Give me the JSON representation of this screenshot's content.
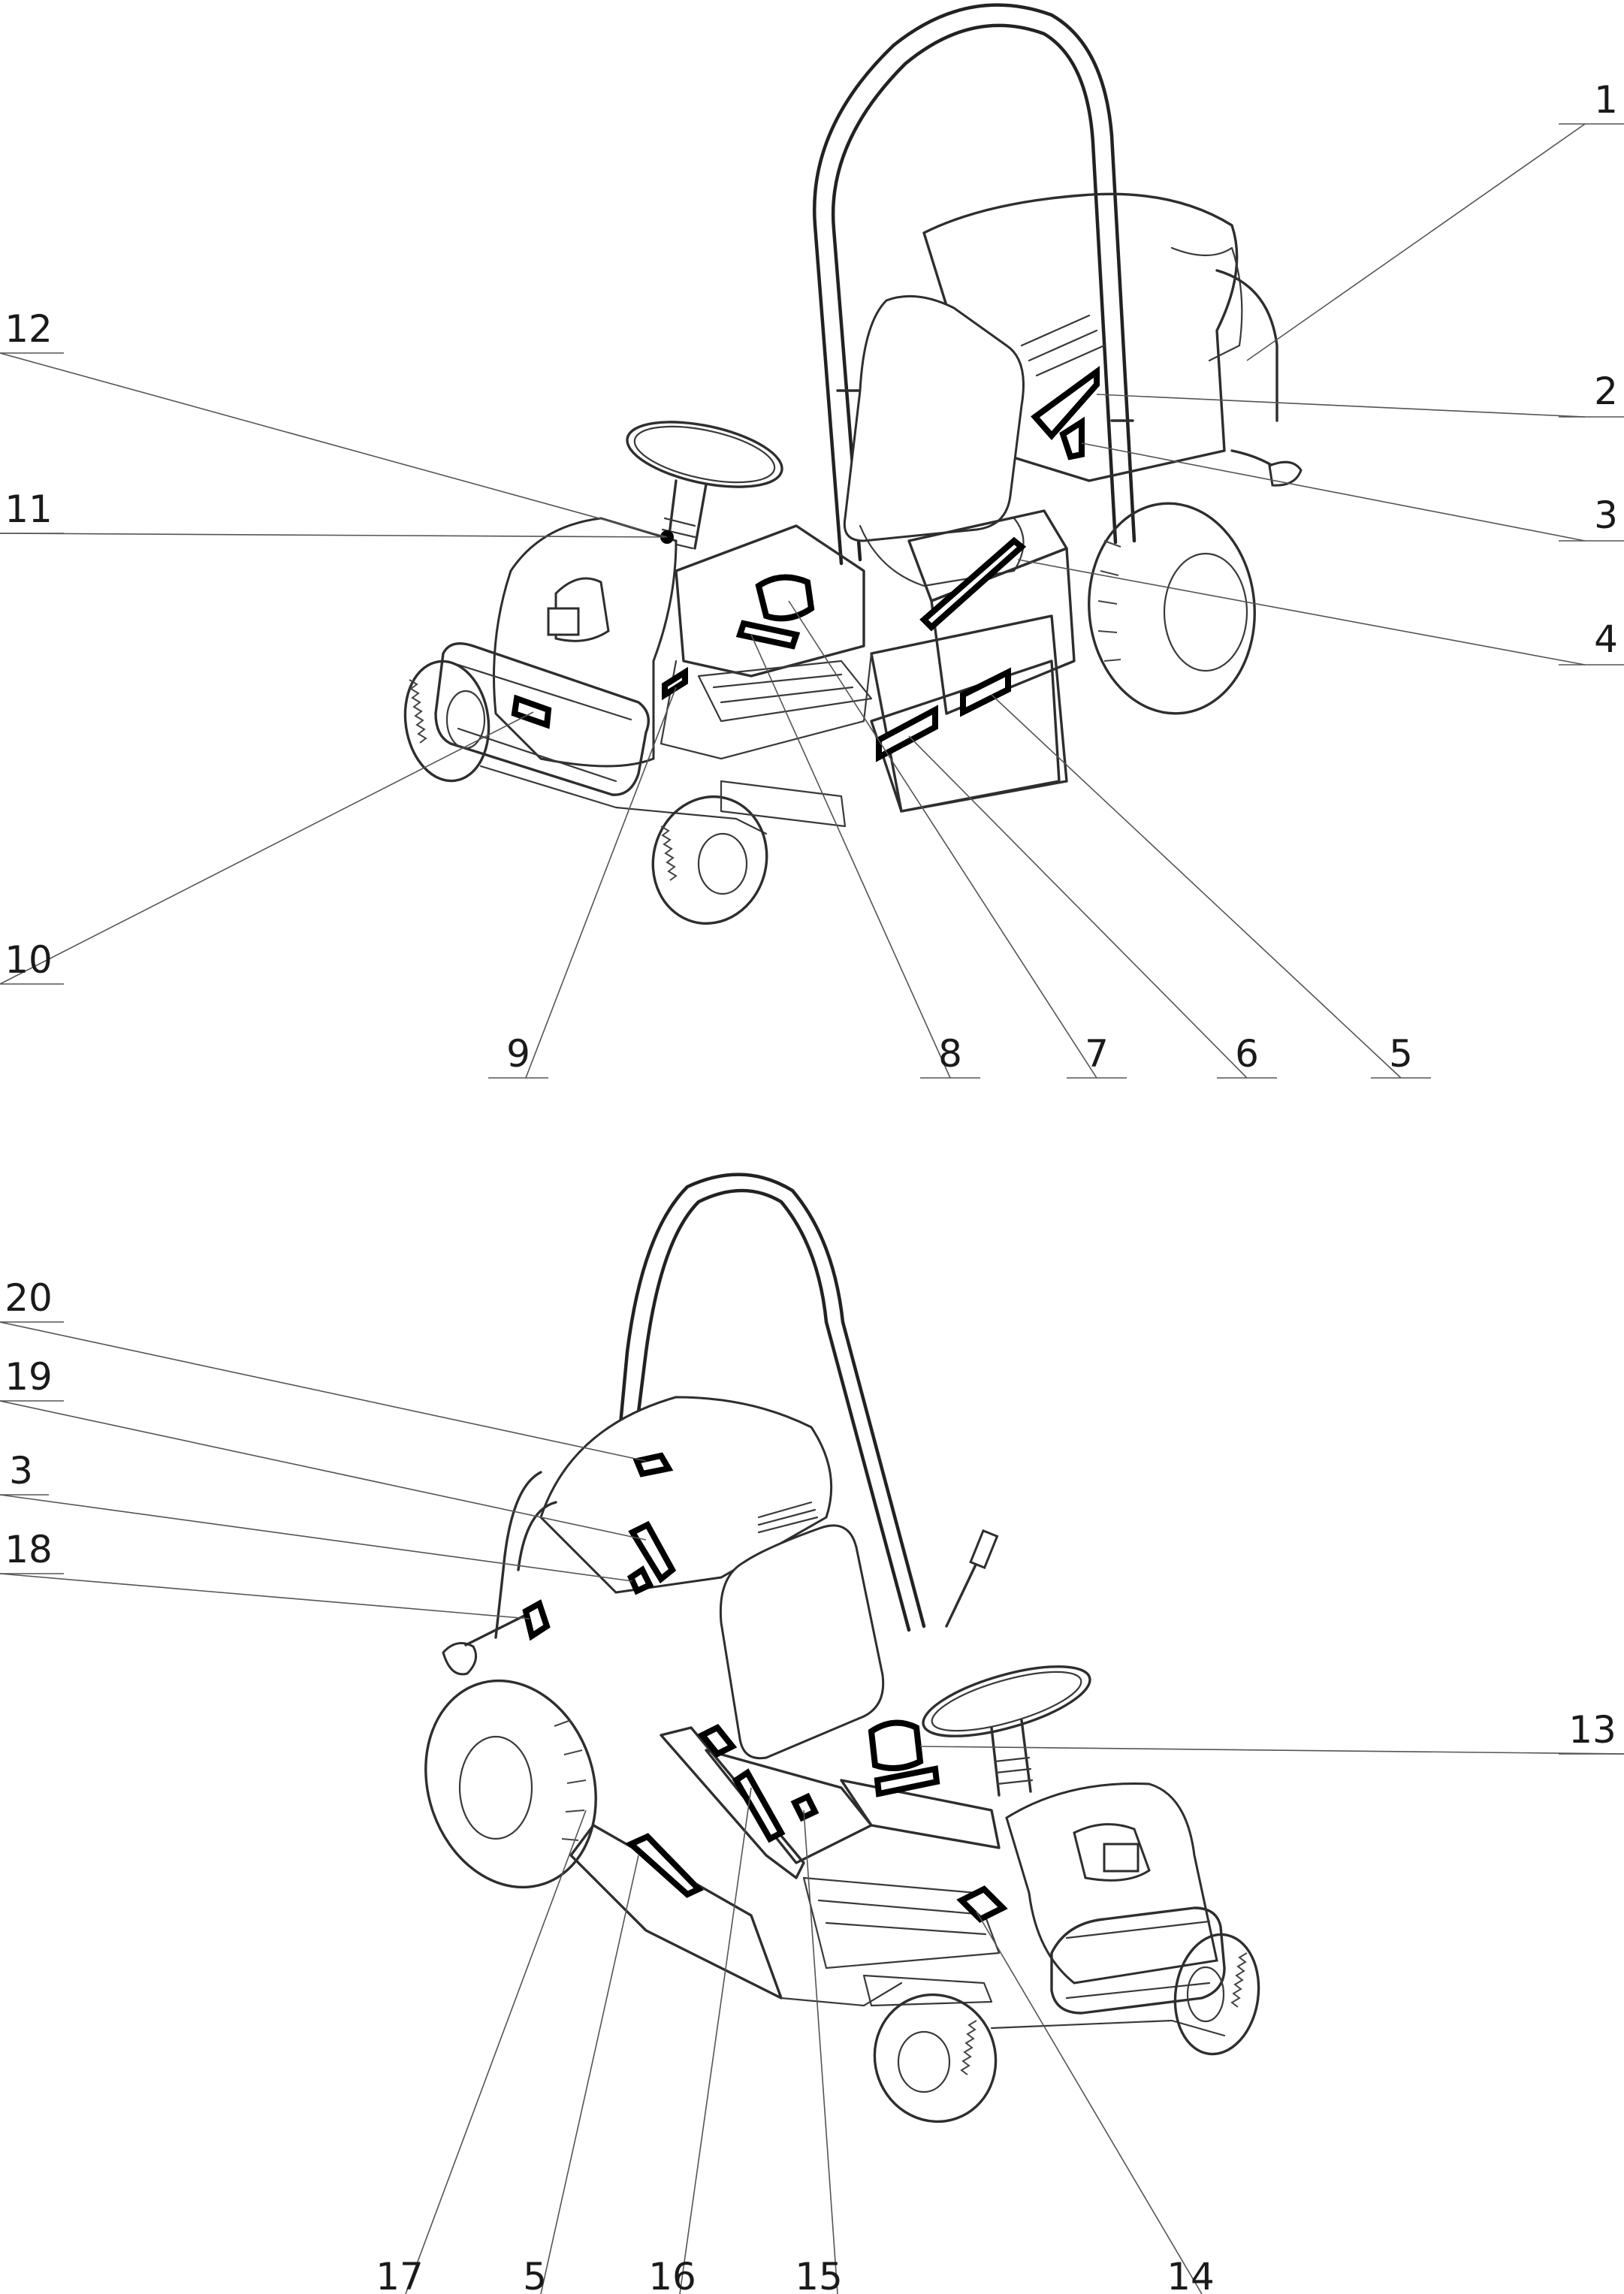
{
  "diagram": {
    "top_view": {
      "callouts": [
        "1",
        "2",
        "3",
        "4",
        "5",
        "6",
        "7",
        "8",
        "9",
        "10",
        "11",
        "12"
      ]
    },
    "bottom_view": {
      "callouts": [
        "20",
        "19",
        "3",
        "18",
        "13",
        "17",
        "5",
        "16",
        "15",
        "14"
      ]
    }
  },
  "colors": {
    "line": "#2e2e2e",
    "decal": "#000000",
    "background": "#ffffff"
  }
}
